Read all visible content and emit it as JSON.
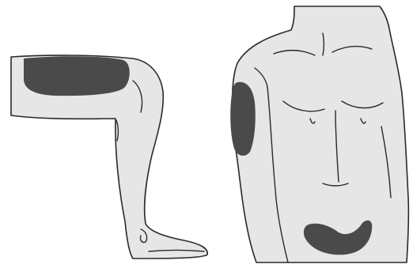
{
  "colors": {
    "background": "#ffffff",
    "skin": "#e6e6e6",
    "outline": "#2a2a2a",
    "injection_zone": "#4a4a4a"
  },
  "figures": [
    {
      "id": "leg",
      "zones": [
        "thigh"
      ]
    },
    {
      "id": "torso",
      "zones": [
        "upper-arm",
        "abdomen"
      ]
    }
  ]
}
